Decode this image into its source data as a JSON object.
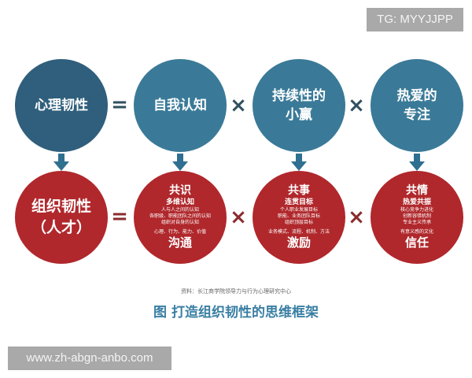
{
  "watermark_top": "TG: MYYJJPP",
  "watermark_bottom": "www.zh-abgn-anbo.com",
  "colors": {
    "top_lead": "#2f5f7c",
    "top": "#3a7a98",
    "bottom": "#b0282c",
    "caption": "#3a7fa3",
    "arrow": "#2f6f90"
  },
  "top_row": {
    "lead": "心理韧性",
    "op1": "=",
    "items": [
      {
        "lines": [
          "自我认知"
        ]
      },
      {
        "lines": [
          "持续性的",
          "小赢"
        ]
      },
      {
        "lines": [
          "热爱的",
          "专注"
        ]
      }
    ],
    "op2": "×",
    "op3": "×"
  },
  "bottom_row": {
    "lead": [
      "组织韧性",
      "（人才）"
    ],
    "op1": "=",
    "op2": "×",
    "op3": "×",
    "items": [
      {
        "heading": "共识",
        "sub": "多维认知",
        "details": [
          "人与人之间的认知",
          "各职级、职能团队之间的认知",
          "组织对自身的认知"
        ],
        "dims": "心理、行为、能力、价值",
        "footer": "沟通"
      },
      {
        "heading": "共事",
        "sub": "连贯目标",
        "details": [
          "个人职业发展目标",
          "职能、业务团队目标",
          "组织顶层目标"
        ],
        "dims": "业务模式、流程、机制、方法",
        "footer": "激励"
      },
      {
        "heading": "共情",
        "sub": "热爱共振",
        "details": [
          "核心竞争力进化",
          "创新容错机制",
          "专业主义传承"
        ],
        "dims": "有意义感的文化",
        "footer": "信任"
      }
    ]
  },
  "source": "资料：长江商学院领导力与行为心理研究中心",
  "caption": "图 打造组织韧性的思维框架"
}
